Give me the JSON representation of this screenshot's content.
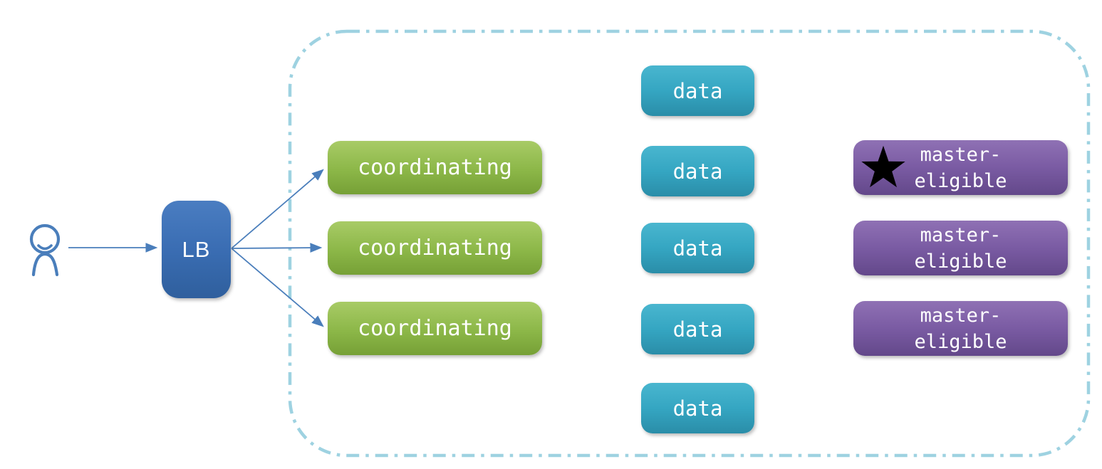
{
  "nodes": {
    "client": {
      "icon": "person-icon"
    },
    "load_balancer": {
      "label": "LB"
    },
    "coordinating": [
      {
        "label": "coordinating"
      },
      {
        "label": "coordinating"
      },
      {
        "label": "coordinating"
      }
    ],
    "data": [
      {
        "label": "data"
      },
      {
        "label": "data"
      },
      {
        "label": "data"
      },
      {
        "label": "data"
      },
      {
        "label": "data"
      }
    ],
    "master_eligible": [
      {
        "lines": [
          "master-",
          "eligible"
        ],
        "star": true,
        "star_icon": "star-icon"
      },
      {
        "lines": [
          "master-",
          "eligible"
        ],
        "star": false
      },
      {
        "lines": [
          "master-",
          "eligible"
        ],
        "star": false
      }
    ]
  },
  "connections": [
    {
      "from": "client",
      "to": "load_balancer"
    },
    {
      "from": "load_balancer",
      "to": "coordinating-1"
    },
    {
      "from": "load_balancer",
      "to": "coordinating-2"
    },
    {
      "from": "load_balancer",
      "to": "coordinating-3"
    }
  ],
  "colors": {
    "load_balancer_fill": "#3a6db3",
    "coordinating_fill": "#8cb748",
    "data_fill": "#35a6c2",
    "master_eligible_fill": "#7a5ba3",
    "cluster_border": "#9ed2e1",
    "arrow": "#4a7ebb",
    "node_text": "#ffffff",
    "star_fill": "#000000"
  }
}
